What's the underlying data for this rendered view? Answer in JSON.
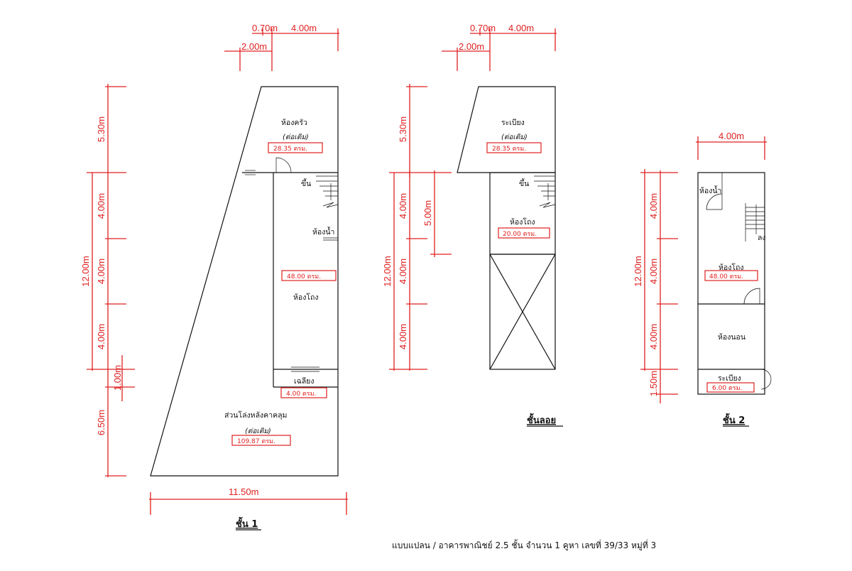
{
  "floor1": {
    "title": "ชั้น 1",
    "dims": {
      "top_a": "0.70m",
      "top_b": "4.00m",
      "top_c": "2.00m",
      "left_530": "5.30m",
      "left_1200": "12.00m",
      "left_400a": "4.00m",
      "left_400b": "4.00m",
      "left_400c": "4.00m",
      "left_100": "1.00m",
      "left_650": "6.50m",
      "bottom_1150": "11.50m"
    },
    "kitchen": {
      "name": "ห้องครัว",
      "note": "(ต่อเติม)",
      "area": "28.35 ตรม."
    },
    "stairs_label": "ขึ้น",
    "bathroom": "ห้องน้ำ",
    "hall": {
      "name": "ห้องโถง",
      "area": "48.00 ตรม."
    },
    "porch": {
      "name": "เฉลียง",
      "area": "4.00 ตรม."
    },
    "yard": {
      "name": "ส่วนโล่งหลังคาคลุม",
      "note": "(ต่อเติม)",
      "area": "109.87 ตรม."
    }
  },
  "mezz": {
    "title": "ชั้นลอย",
    "dims": {
      "top_a": "0.70m",
      "top_b": "4.00m",
      "top_c": "2.00m",
      "left_530": "5.30m",
      "left_1200": "12.00m",
      "left_400a": "4.00m",
      "left_500": "5.00m",
      "left_400b": "4.00m",
      "left_400c": "4.00m"
    },
    "balcony": {
      "name": "ระเบียง",
      "note": "(ต่อเติม)",
      "area": "28.35 ตรม."
    },
    "stairs_label": "ขึ้น",
    "hall": {
      "name": "ห้องโถง",
      "area": "20.00 ตรม."
    }
  },
  "floor2": {
    "title": "ชั้น 2",
    "dims": {
      "top": "4.00m",
      "left_1200": "12.00m",
      "left_400a": "4.00m",
      "left_400b": "4.00m",
      "left_400c": "4.00m",
      "left_150": "1.50m"
    },
    "bathroom": "ห้องน้ำ",
    "stairs_label": "ลง",
    "hall": {
      "name": "ห้องโถง",
      "area": "48.00 ตรม."
    },
    "bedroom": "ห้องนอน",
    "balcony": {
      "name": "ระเบียง",
      "area": "6.00 ตรม."
    }
  },
  "caption": "แบบแปลน / อาคารพาณิชย์ 2.5 ชั้น จำนวน 1 คูหา เลขที่ 39/33 หมู่ที่ 3",
  "colors": {
    "dimension": "#e02020",
    "wall": "#111111"
  }
}
